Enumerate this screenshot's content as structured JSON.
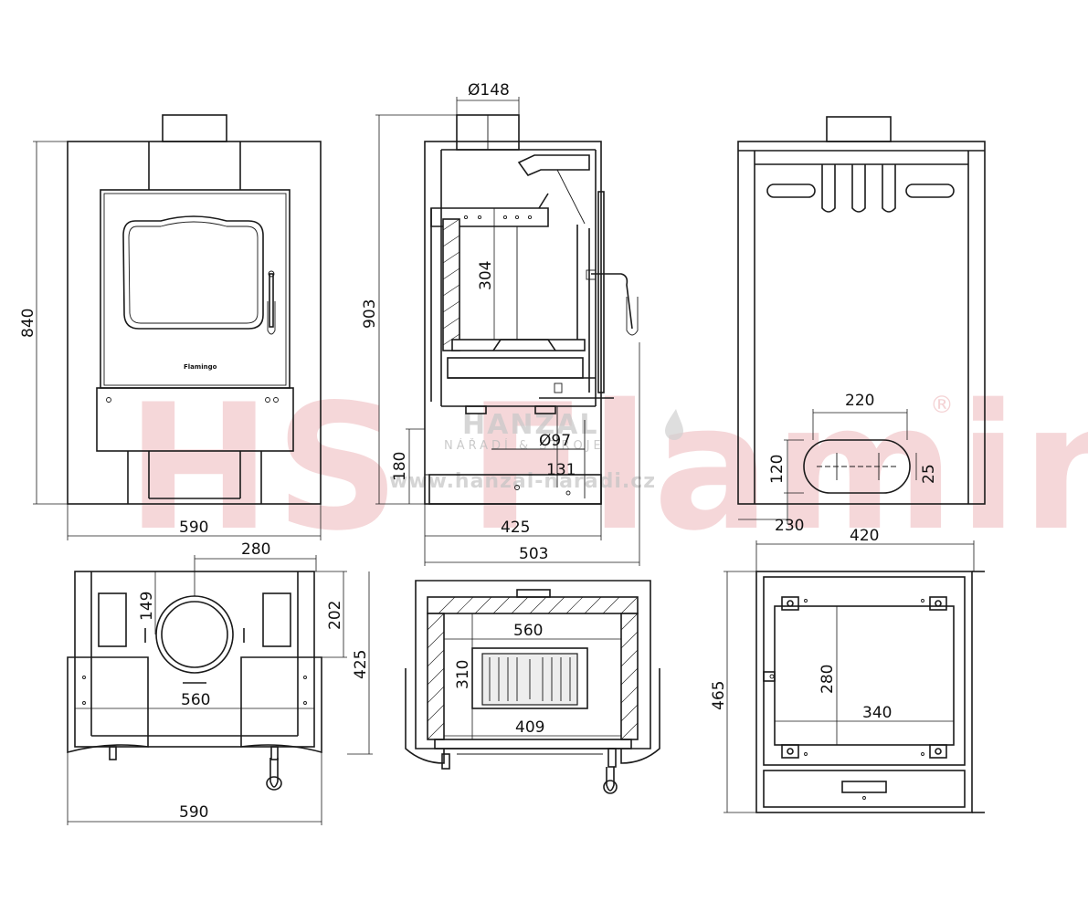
{
  "watermarks": {
    "brand": "HS Flamingo",
    "registered": "®",
    "dealer": "HANZAL",
    "dealer_sub": "NÁŘADÍ & STROJE",
    "url": "www.hanzal-naradi.cz"
  },
  "door_badge": "Flamingo",
  "dimensions": {
    "front_height": "840",
    "front_width": "590",
    "side_height": "903",
    "flue_diameter": "Ø148",
    "firebox_depth_304": "304",
    "air_inlet_diameter": "Ø97",
    "air_inlet_height": "180",
    "air_inlet_offset": "131",
    "side_depth": "425",
    "side_total_depth": "503",
    "rear_hole_span": "220",
    "rear_hole_height": "120",
    "rear_hole_radius": "25",
    "rear_hole_offset": "230",
    "rear_width": "420",
    "top_flue_offset": "280",
    "top_flue_dist": "149",
    "top_depth_202": "202",
    "top_depth": "425",
    "top_inner_width": "560",
    "top_width": "590",
    "section_width": "560",
    "section_height": "310",
    "section_grate": "409",
    "base_depth": "465",
    "base_height": "280",
    "base_width": "340"
  }
}
